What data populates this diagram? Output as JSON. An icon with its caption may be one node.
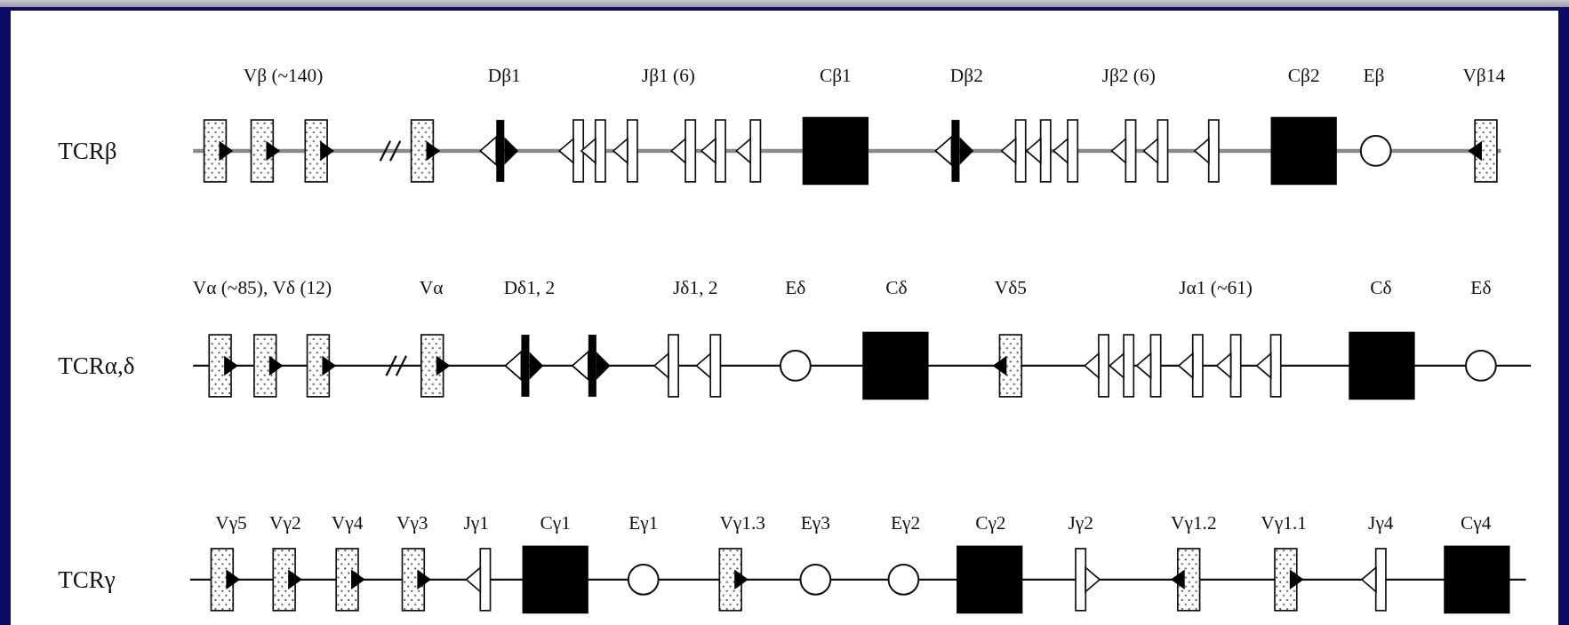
{
  "diagram": {
    "labels": [
      "Vβ (~140)",
      "Dβ1",
      "Jβ1 (6)",
      "Cβ1",
      "Dβ2",
      "Jβ2 (6)",
      "Cβ2",
      "Eβ",
      "Vβ14",
      "TCRβ",
      "Vα (~85), Vδ (12)",
      "Vα",
      "Dδ1, 2",
      "Jδ1, 2",
      "Eδ",
      "Cδ",
      "Vδ5",
      "Jα1 (~61)",
      "Cδ",
      "Eδ",
      "TCRα,δ",
      "Vγ5",
      "Vγ2",
      "Vγ4",
      "Vγ3",
      "Jγ1",
      "Cγ1",
      "Eγ1",
      "Vγ1.3",
      "Eγ3",
      "Eγ2",
      "Cγ2",
      "Jγ2",
      "Vγ1.2",
      "Vγ1.1",
      "Jγ4",
      "Cγ4",
      "TCRγ"
    ]
  }
}
